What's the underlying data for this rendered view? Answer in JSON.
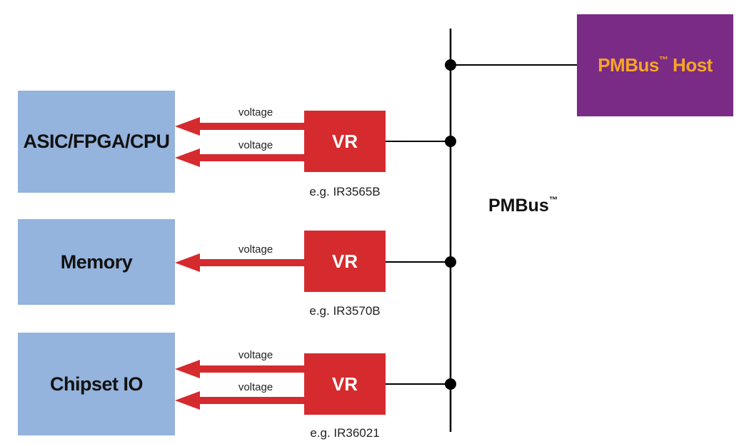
{
  "host": {
    "label": "PMBus",
    "tm": "™",
    "suffix": " Host"
  },
  "bus": {
    "label": "PMBus",
    "tm": "™"
  },
  "colors": {
    "load": "#94b3dd",
    "vr": "#d52b2e",
    "host_bg": "#7a2b86",
    "host_text": "#f5a623",
    "arrow": "#d52b2e",
    "wire": "#000000"
  },
  "loads": [
    {
      "label": "ASIC/FPGA/CPU"
    },
    {
      "label": "Memory"
    },
    {
      "label": "Chipset IO"
    }
  ],
  "regulators": [
    {
      "label": "VR",
      "part": "e.g. IR3565B",
      "voltages": [
        "voltage",
        "voltage"
      ]
    },
    {
      "label": "VR",
      "part": "e.g. IR3570B",
      "voltages": [
        "voltage"
      ]
    },
    {
      "label": "VR",
      "part": "e.g. IR36021",
      "voltages": [
        "voltage",
        "voltage"
      ]
    }
  ]
}
